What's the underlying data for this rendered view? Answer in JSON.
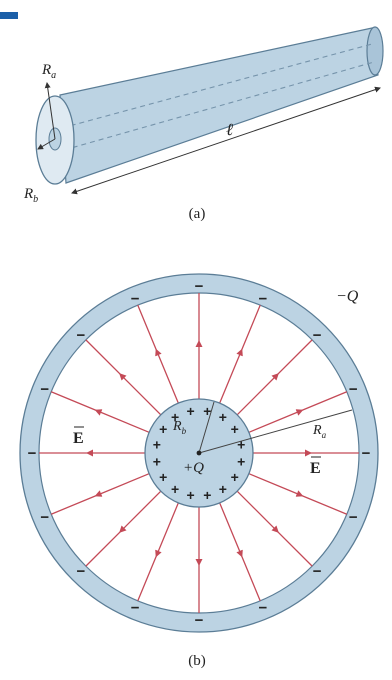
{
  "colors": {
    "accent": "#1b5fa8",
    "conductor_fill": "#bcd3e3",
    "conductor_edge": "#5b7d96",
    "field_lines": "#c44a57",
    "ink": "#222222"
  },
  "part_a": {
    "caption": "(a)",
    "inner_radius_label": "R",
    "inner_radius_sub": "a",
    "outer_radius_label": "R",
    "outer_radius_sub": "b",
    "length_label": "ℓ"
  },
  "part_b": {
    "caption": "(b)",
    "outer_charge_label": "−Q",
    "inner_charge_label": "+Q",
    "field_label": "E",
    "inner_radius_label": "R",
    "inner_radius_sub": "b",
    "outer_radius_label": "R",
    "outer_radius_sub": "a",
    "plus_sign": "+",
    "minus_sign": "−",
    "radial_field_lines": 16,
    "inner_plus_charges": 16,
    "outer_minus_charges": 16
  }
}
